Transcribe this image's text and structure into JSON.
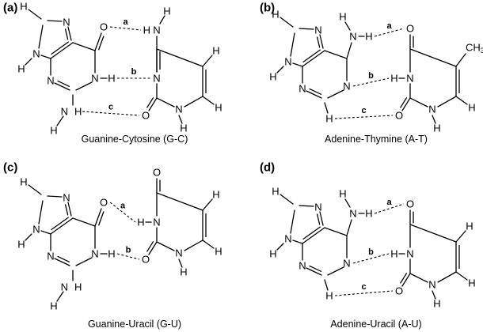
{
  "panels": [
    {
      "label": "(a)",
      "caption": "Guanine-Cytosine (G-C)",
      "purine": "G",
      "pyrimidine": "C",
      "hbonds": [
        "a",
        "b",
        "c"
      ]
    },
    {
      "label": "(b)",
      "caption": "Adenine-Thymine (A-T)",
      "purine": "A",
      "pyrimidine": "T",
      "hbonds": [
        "a",
        "b",
        "c"
      ]
    },
    {
      "label": "(c)",
      "caption": "Guanine-Uracil (G-U)",
      "purine": "G",
      "pyrimidine": "U",
      "hbonds": [
        "a",
        "b"
      ]
    },
    {
      "label": "(d)",
      "caption": "Adenine-Uracil (A-U)",
      "purine": "A",
      "pyrimidine": "U",
      "hbonds": [
        "a",
        "b",
        "c"
      ]
    }
  ],
  "atoms": {
    "hydrogen": "H",
    "nitrogen": "N",
    "oxygen": "O",
    "methyl": "CH3"
  }
}
